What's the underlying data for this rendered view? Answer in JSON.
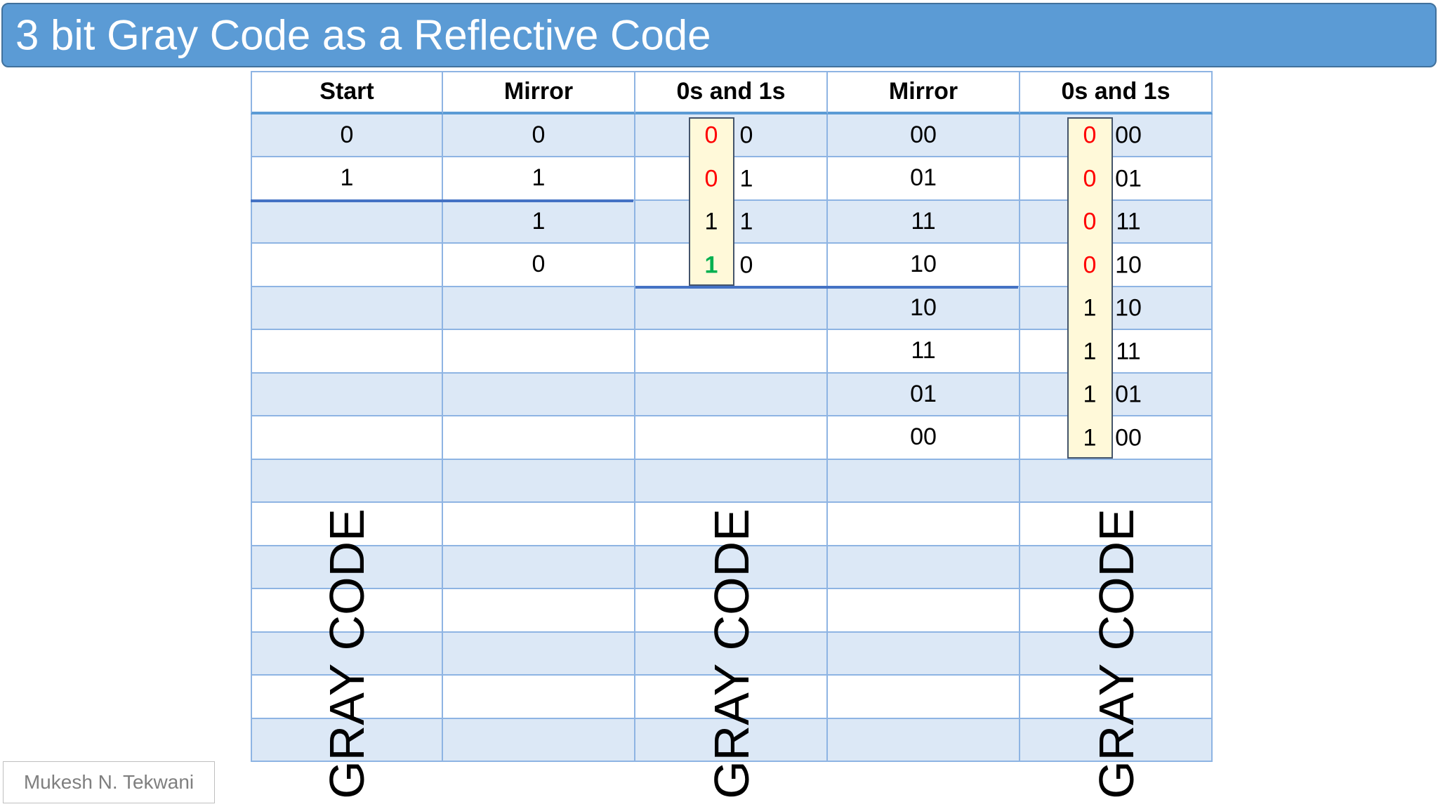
{
  "title": "3 bit Gray Code as a Reflective Code",
  "author": "Mukesh N. Tekwani",
  "headers": [
    "Start",
    "Mirror",
    "0s and 1s",
    "Mirror",
    "0s and 1s"
  ],
  "rows": [
    [
      "0",
      "0",
      "",
      "00",
      ""
    ],
    [
      "1",
      "1",
      "",
      "01",
      ""
    ],
    [
      "",
      "1",
      "",
      "11",
      ""
    ],
    [
      "",
      "0",
      "",
      "10",
      ""
    ],
    [
      "",
      "",
      "",
      "10",
      ""
    ],
    [
      "",
      "",
      "",
      "11",
      ""
    ],
    [
      "",
      "",
      "",
      "01",
      ""
    ],
    [
      "",
      "",
      "",
      "00",
      ""
    ],
    [
      "",
      "",
      "",
      "",
      ""
    ],
    [
      "",
      "",
      "",
      "",
      ""
    ],
    [
      "",
      "",
      "",
      "",
      ""
    ],
    [
      "",
      "",
      "",
      "",
      ""
    ],
    [
      "",
      "",
      "",
      "",
      ""
    ],
    [
      "",
      "",
      "",
      "",
      ""
    ],
    [
      "",
      "",
      "",
      "",
      ""
    ]
  ],
  "col3": {
    "prefix": [
      "0",
      "0",
      "1",
      "1"
    ],
    "prefix_colors": [
      "red",
      "red",
      "black",
      "green"
    ],
    "suffix": [
      "0",
      "1",
      "1",
      "0"
    ]
  },
  "col5": {
    "prefix": [
      "0",
      "0",
      "0",
      "0",
      "1",
      "1",
      "1",
      "1"
    ],
    "prefix_colors": [
      "red",
      "red",
      "red",
      "red",
      "black",
      "black",
      "black",
      "black"
    ],
    "suffix": [
      "00",
      "01",
      "11",
      "10",
      "10",
      "11",
      "01",
      "00"
    ]
  },
  "vertical_labels": [
    "GRAY CODE",
    "GRAY CODE",
    "GRAY CODE"
  ]
}
